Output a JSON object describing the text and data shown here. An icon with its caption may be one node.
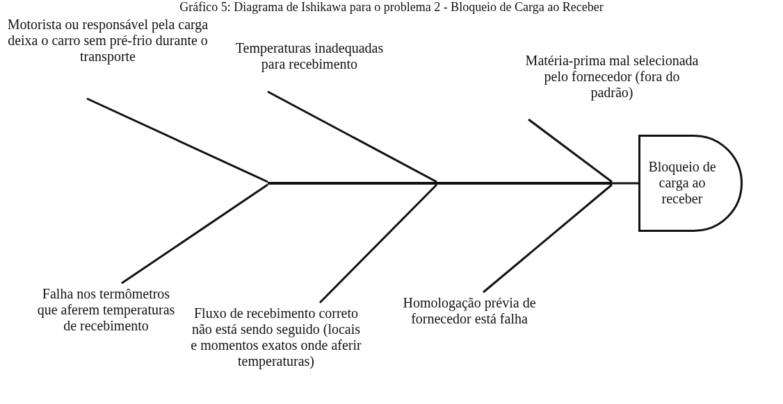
{
  "diagram": {
    "title": "Gráfico 5: Diagrama de Ishikawa para o problema 2 - Bloqueio de Carga ao Receber",
    "nodes": [
      {
        "text": [
          "Motorista ou responsável pela carga deixa o carro sem pré-frio durante o transporte"
        ]
      },
      {
        "text": [
          "Temperaturas inadequadas para recebimento"
        ]
      },
      {
        "text": [
          "Matéria-prima mal selecionada pelo fornecedor (fora do padrão)"
        ]
      },
      {
        "text": [],
        "shape": "bar"
      },
      {
        "text": [
          "Bloqueio de carga ao receber"
        ]
      },
      {
        "text": [
          "Falha nos termômetros que aferem temperaturas de recebimento"
        ]
      },
      {
        "text": [
          "Fluxo de recebimento correto não está sendo seguido (locais e momentos exatos onde aferir temperaturas)"
        ]
      },
      {
        "text": [
          "Homologação prévia de fornecedor está falha"
        ]
      }
    ],
    "edges": [
      {
        "from": 0,
        "to": 3,
        "arrow": "none"
      },
      {
        "from": 1,
        "to": 3,
        "arrow": "none"
      },
      {
        "from": 2,
        "to": 3,
        "arrow": "none"
      },
      {
        "from": 5,
        "to": 3,
        "arrow": "none"
      },
      {
        "from": 6,
        "to": 3,
        "arrow": "none"
      },
      {
        "from": 7,
        "to": 3,
        "arrow": "none"
      },
      {
        "from": 3,
        "to": 4,
        "arrow": "none"
      }
    ]
  }
}
